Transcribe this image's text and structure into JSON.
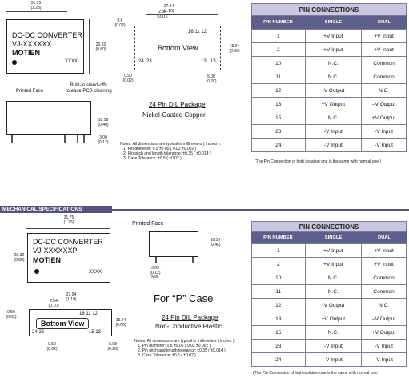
{
  "top": {
    "dims": {
      "width": "31.75\n(1.25)",
      "height": "20.32\n(0.80)",
      "bv_width": "27.94\n(1.10)",
      "bv_pitch": "2.54\n(0.10)",
      "bv_height": "15.24\n(0.60)",
      "bv_offset_top": "0.6\n(0.02)",
      "bv_offset_bl": "0.50\n(0.02)",
      "bv_bottom": "5.08\n(0.20)",
      "side_height": "10.16\n(0.40)",
      "side_pin": "3.00\n(0.12)"
    },
    "label_lines": [
      "DC-DC CONVERTER",
      "VJ-XXXXXX",
      "MOTIEN"
    ],
    "label_code": "XXXX",
    "bottom_view": "Bottom View",
    "pin_nums_top": "16  11  12",
    "pin_num_left": "23",
    "pin_num_left2": "24",
    "pin_num_right": "13",
    "pin_num_right2": "15",
    "printed_face": "Printed Face",
    "standoff_note": "Built-in stand-offs\nto ease PCB cleaning",
    "package_title": "24 Pin DIL Package",
    "package_sub": "Nickel-Coated Copper",
    "notes": "Notes: All dimensions are typical in millimeters ( inches ).\n   1. Pin diameter: 0.5 ±0.05 ( 0.02 ±0.002 )\n   2. Pin pitch and length tolerance: ±0.35 ( ±0.014 )\n   3. Case Tolerance: ±0.5 ( ±0.02 )",
    "table": {
      "title": "PIN CONNECTIONS",
      "headers": [
        "PIN NUMBER",
        "SINGLE",
        "DUAL"
      ],
      "rows": [
        [
          "1",
          "+V Input",
          "+V Input"
        ],
        [
          "2",
          "+V Input",
          "+V Input"
        ],
        [
          "10",
          "N.C.",
          "Common"
        ],
        [
          "11",
          "N.C.",
          "Common"
        ],
        [
          "12",
          "-V Output",
          "N.C."
        ],
        [
          "13",
          "+V Output",
          "–V Output"
        ],
        [
          "15",
          "N.C.",
          "+V Output"
        ],
        [
          "23",
          "-V Input",
          "-V Input"
        ],
        [
          "24",
          "-V Input",
          "-V Input"
        ]
      ],
      "footnote": "(The Pin Connection of high isolation one is the same with normal one.)"
    }
  },
  "section_title": "MECHANICAL SPECIFICATIONS",
  "bottom": {
    "dims": {
      "width": "31.75\n(1.25)",
      "height": "20.32\n(0.80)",
      "bv_width": "27.94\n(1.10)",
      "bv_pitch": "2.54\n(0.10)",
      "bv_offset": "0.50\n(0.02)",
      "bv_height": "15.24\n(0.60)",
      "bv_bottom_l": "0.50\n(0.02)",
      "bv_bottom_r": "5.08\n(0.20)",
      "side_height": "10.16\n(0.40)",
      "side_pin": "3.05\n(0.12)\nMin."
    },
    "label_lines": [
      "DC-DC CONVERTER",
      "VJ-XXXXXXP",
      "MOTIEN"
    ],
    "label_code": "XXXX",
    "bottom_view": "Bottom  View",
    "pin_nums_top": "16 11 12",
    "pin_num_left": "24 23",
    "pin_num_right": "15  13",
    "printed_face": "Printed Face",
    "case_title": "For “P” Case",
    "package_title": "24 Pin DIL Package",
    "package_sub": "Non-Conductive Plastic",
    "notes": "Notes: All dimensions are typical in millimeters ( inches ).\n   1. Pin diameter: 0.5 ±0.05 ( 0.02 ±0.002 )\n   2. Pin pitch and length tolerance: ±0.35 ( ±0.014 )\n   3. Case Tolerance: ±0.5 ( ±0.02 )",
    "table": {
      "title": "PIN CONNECTIONS",
      "headers": [
        "PIN NUMBER",
        "SINGLE",
        "DUAL"
      ],
      "rows": [
        [
          "1",
          "+V Input",
          "+V Input"
        ],
        [
          "2",
          "+V Input",
          "+V Input"
        ],
        [
          "10",
          "N.C.",
          "Common"
        ],
        [
          "11",
          "N.C.",
          "Common"
        ],
        [
          "12",
          "-V Output",
          "N.C."
        ],
        [
          "13",
          "+V Output",
          "–V Output"
        ],
        [
          "15",
          "N.C.",
          "+V Output"
        ],
        [
          "23",
          "-V Input",
          "-V Input"
        ],
        [
          "24",
          "-V Input",
          "-V Input"
        ]
      ],
      "footnote": "(The Pin Connection of high isolation one is the same with normal one.)"
    }
  }
}
